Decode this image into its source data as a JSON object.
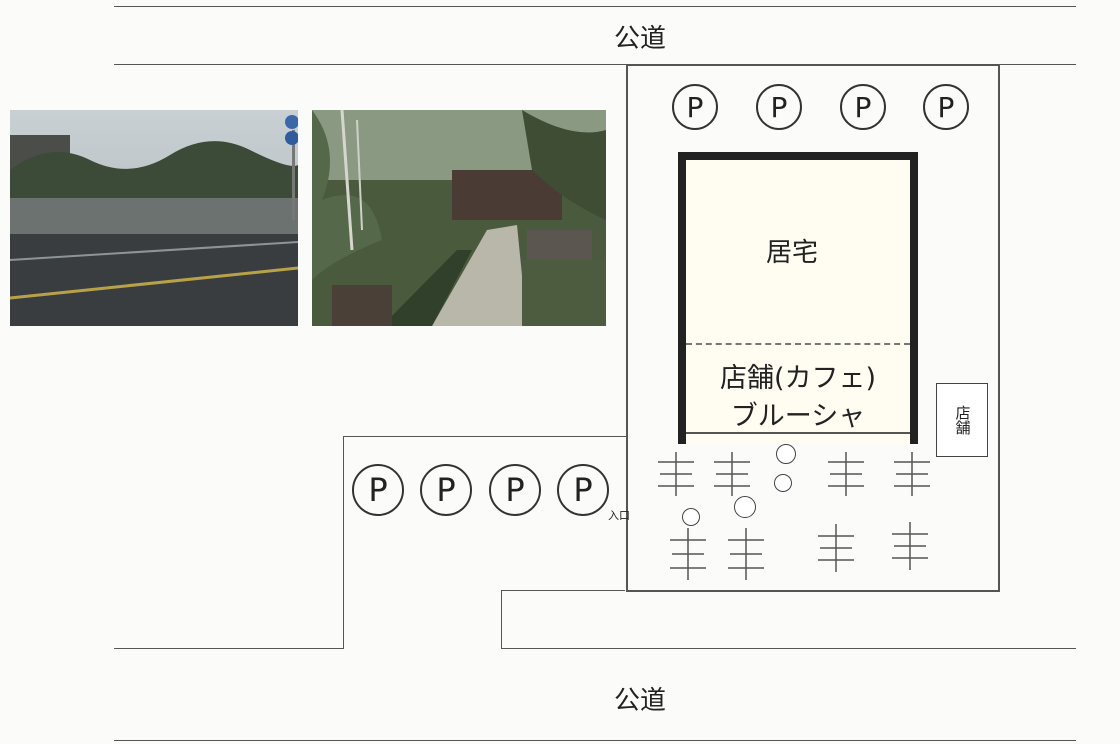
{
  "roads": {
    "top_label": "公道",
    "bottom_label": "公道"
  },
  "residence": {
    "label": "居宅"
  },
  "shop": {
    "line1": "店舗(カフェ)",
    "line2": "ブルーシャ"
  },
  "store_box": {
    "label": "店舗"
  },
  "entrance": {
    "label": "入口"
  },
  "parking": {
    "symbol": "P",
    "top_count": 4,
    "bottom_count": 4
  },
  "photos": [
    {
      "name": "road-view-photo"
    },
    {
      "name": "garden-path-photo"
    }
  ]
}
